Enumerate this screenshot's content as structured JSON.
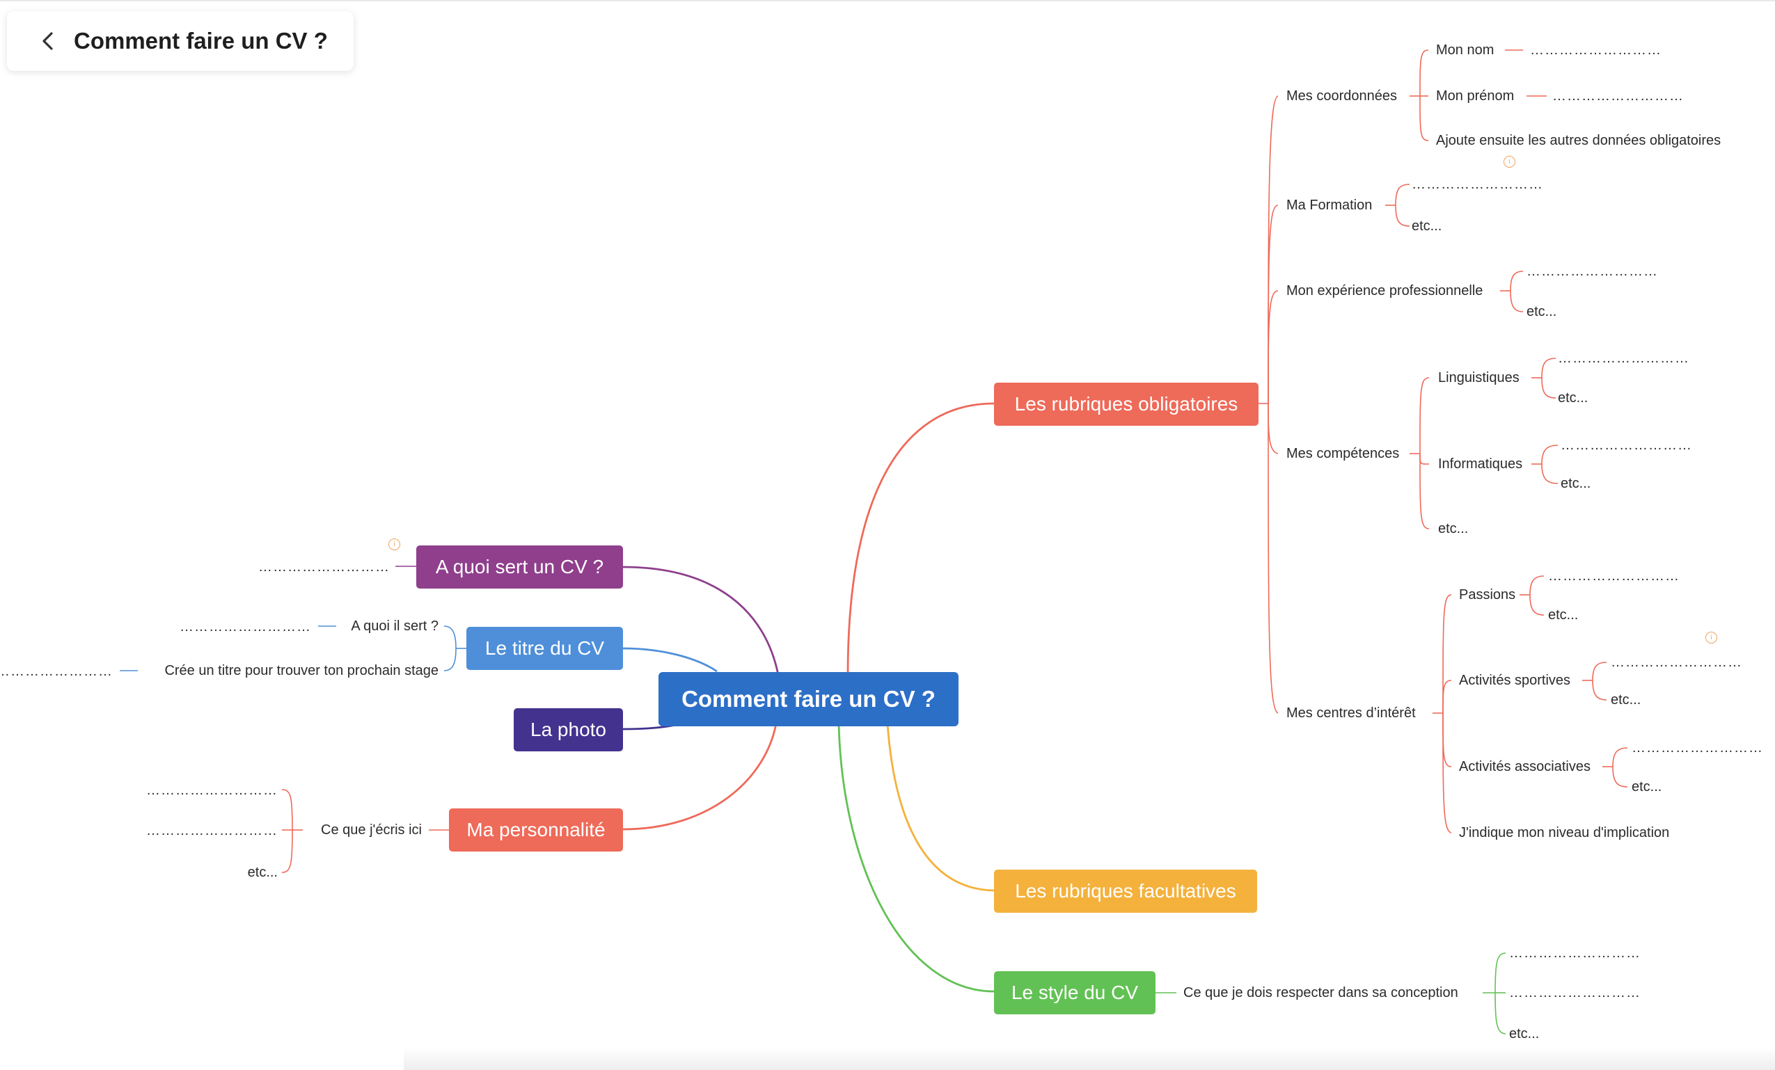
{
  "title": "Comment faire un CV ?",
  "icons": {
    "back": "chevron-left-icon",
    "note": "note-icon"
  },
  "colors": {
    "root": "#2c6fc7",
    "obligatoires": "#ee6a59",
    "facultatives": "#f4b13c",
    "style": "#62c154",
    "quoi": "#8f3f8c",
    "titre": "#4f8fd9",
    "photo": "#44328f",
    "personnalite": "#ee6a59"
  },
  "root": "Comment faire un CV ?",
  "branches": {
    "obligatoires": "Les rubriques obligatoires",
    "facultatives": "Les rubriques facultatives",
    "style": "Le style du CV",
    "quoi": "A quoi sert un CV ?",
    "titre": "Le titre du CV",
    "photo": "La photo",
    "personnalite": "Ma personnalité"
  },
  "placeholder": "………………………",
  "etc": "etc...",
  "obligatoires": {
    "coordonnees": {
      "label": "Mes coordonnées",
      "nom": "Mon nom",
      "prenom": "Mon prénom",
      "ajoute": "Ajoute ensuite les autres données obligatoires"
    },
    "formation": "Ma Formation",
    "experience": "Mon expérience professionnelle",
    "competences": {
      "label": "Mes compétences",
      "linguistiques": "Linguistiques",
      "informatiques": "Informatiques"
    },
    "interets": {
      "label": "Mes centres d’intérêt",
      "passions": "Passions",
      "sportives": "Activités sportives",
      "associatives": "Activités associatives",
      "implication": "J'indique mon niveau d'implication"
    }
  },
  "style_detail": "Ce que je dois respecter dans sa conception",
  "titre_detail": {
    "quoi": "A quoi il sert ?",
    "cree": "Crée un titre pour trouver ton prochain stage"
  },
  "personnalite_detail": "Ce que j'écris ici"
}
